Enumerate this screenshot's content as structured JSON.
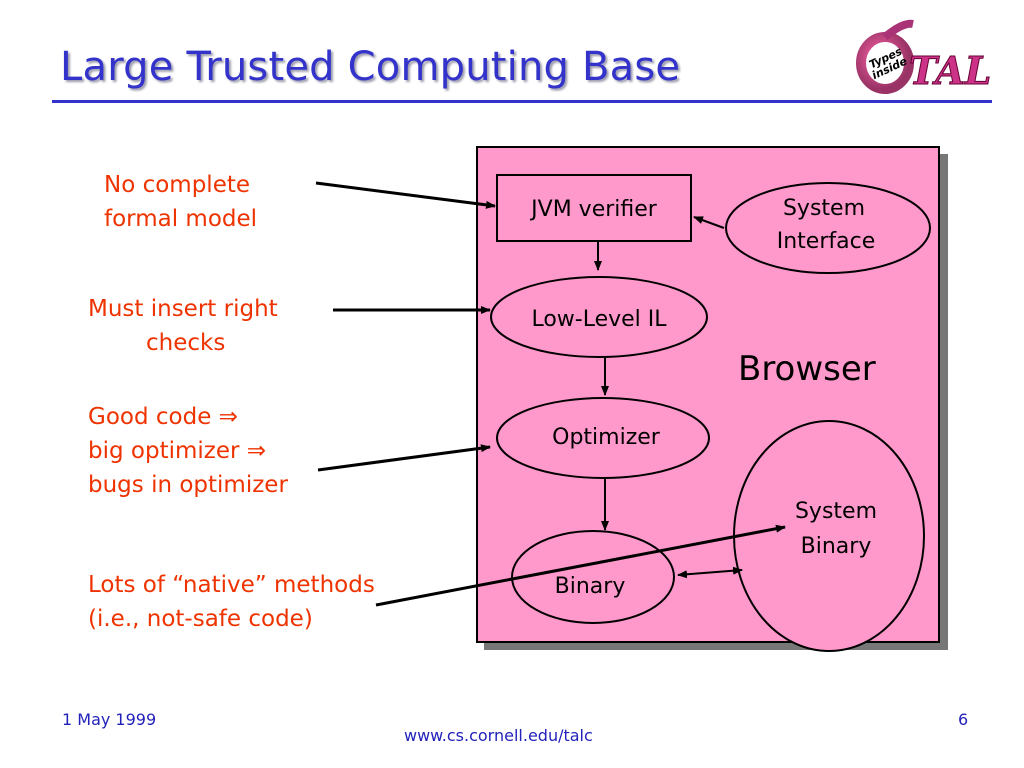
{
  "slide": {
    "title": "Large Trusted Computing Base",
    "accent_color": "#3333cc",
    "note_color": "#ee3300",
    "box_fill": "#ff99cc"
  },
  "logo": {
    "icon": "tal-types-inside-logo",
    "badge_text": "Types inside",
    "brand_text": "TAL"
  },
  "notes": [
    {
      "lines": [
        "No complete",
        "formal model"
      ]
    },
    {
      "lines": [
        "Must insert right",
        "checks"
      ]
    },
    {
      "lines": [
        "Good code ⇒",
        "big optimizer ⇒",
        "bugs in optimizer"
      ]
    },
    {
      "lines": [
        "Lots of “native” methods",
        "(i.e., not-safe code)"
      ]
    }
  ],
  "diagram": {
    "container_label": "Browser",
    "jvm_verifier": "JVM verifier",
    "system_interface": [
      "System",
      "Interface"
    ],
    "low_level_il": "Low-Level IL",
    "optimizer": "Optimizer",
    "binary": "Binary",
    "system_binary": [
      "System",
      "Binary"
    ]
  },
  "footer": {
    "date": "1 May 1999",
    "url": "www.cs.cornell.edu/talc",
    "page": "6"
  }
}
